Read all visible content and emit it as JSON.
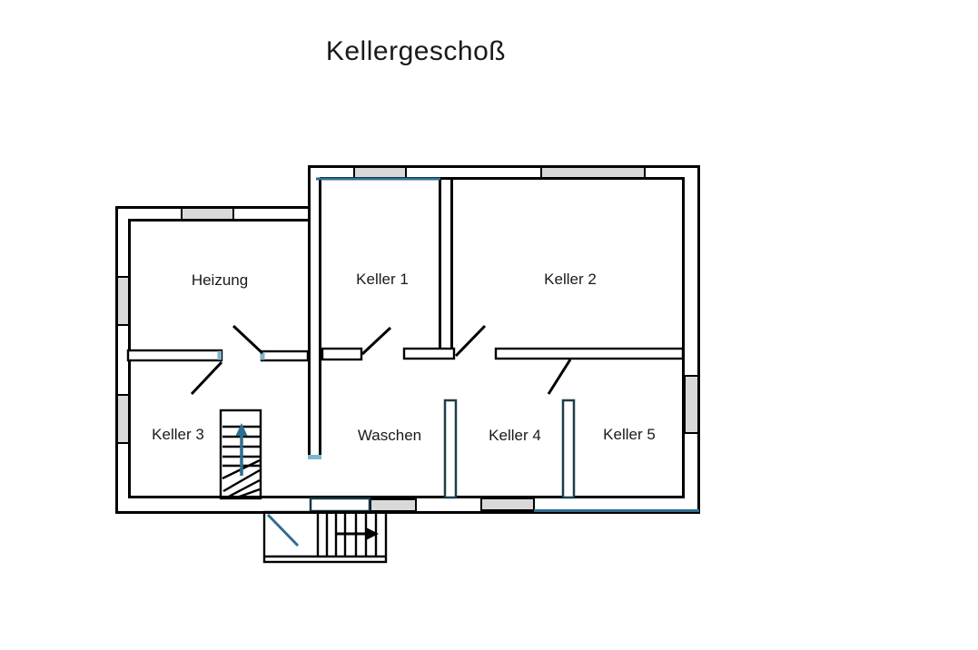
{
  "title": "Kellergeschoß",
  "rooms": [
    {
      "id": "heizung",
      "label": "Heizung"
    },
    {
      "id": "keller-1",
      "label": "Keller 1"
    },
    {
      "id": "keller-2",
      "label": "Keller 2"
    },
    {
      "id": "keller-3",
      "label": "Keller 3"
    },
    {
      "id": "waschen",
      "label": "Waschen"
    },
    {
      "id": "keller-4",
      "label": "Keller 4"
    },
    {
      "id": "keller-5",
      "label": "Keller 5"
    }
  ],
  "stairs": {
    "interior_arrow_icon": "arrow-up-icon",
    "exterior_arrow_icon": "arrow-right-icon"
  },
  "colors": {
    "wall": "#000000",
    "window_fill": "#d9d9d9",
    "accent_blue": "#2e6f91",
    "light_blue_tick": "#7fb6cf",
    "partition_outline": "#1d3e4c",
    "door_outline": "#16384a",
    "text": "#1a1a1a",
    "background": "#ffffff"
  }
}
